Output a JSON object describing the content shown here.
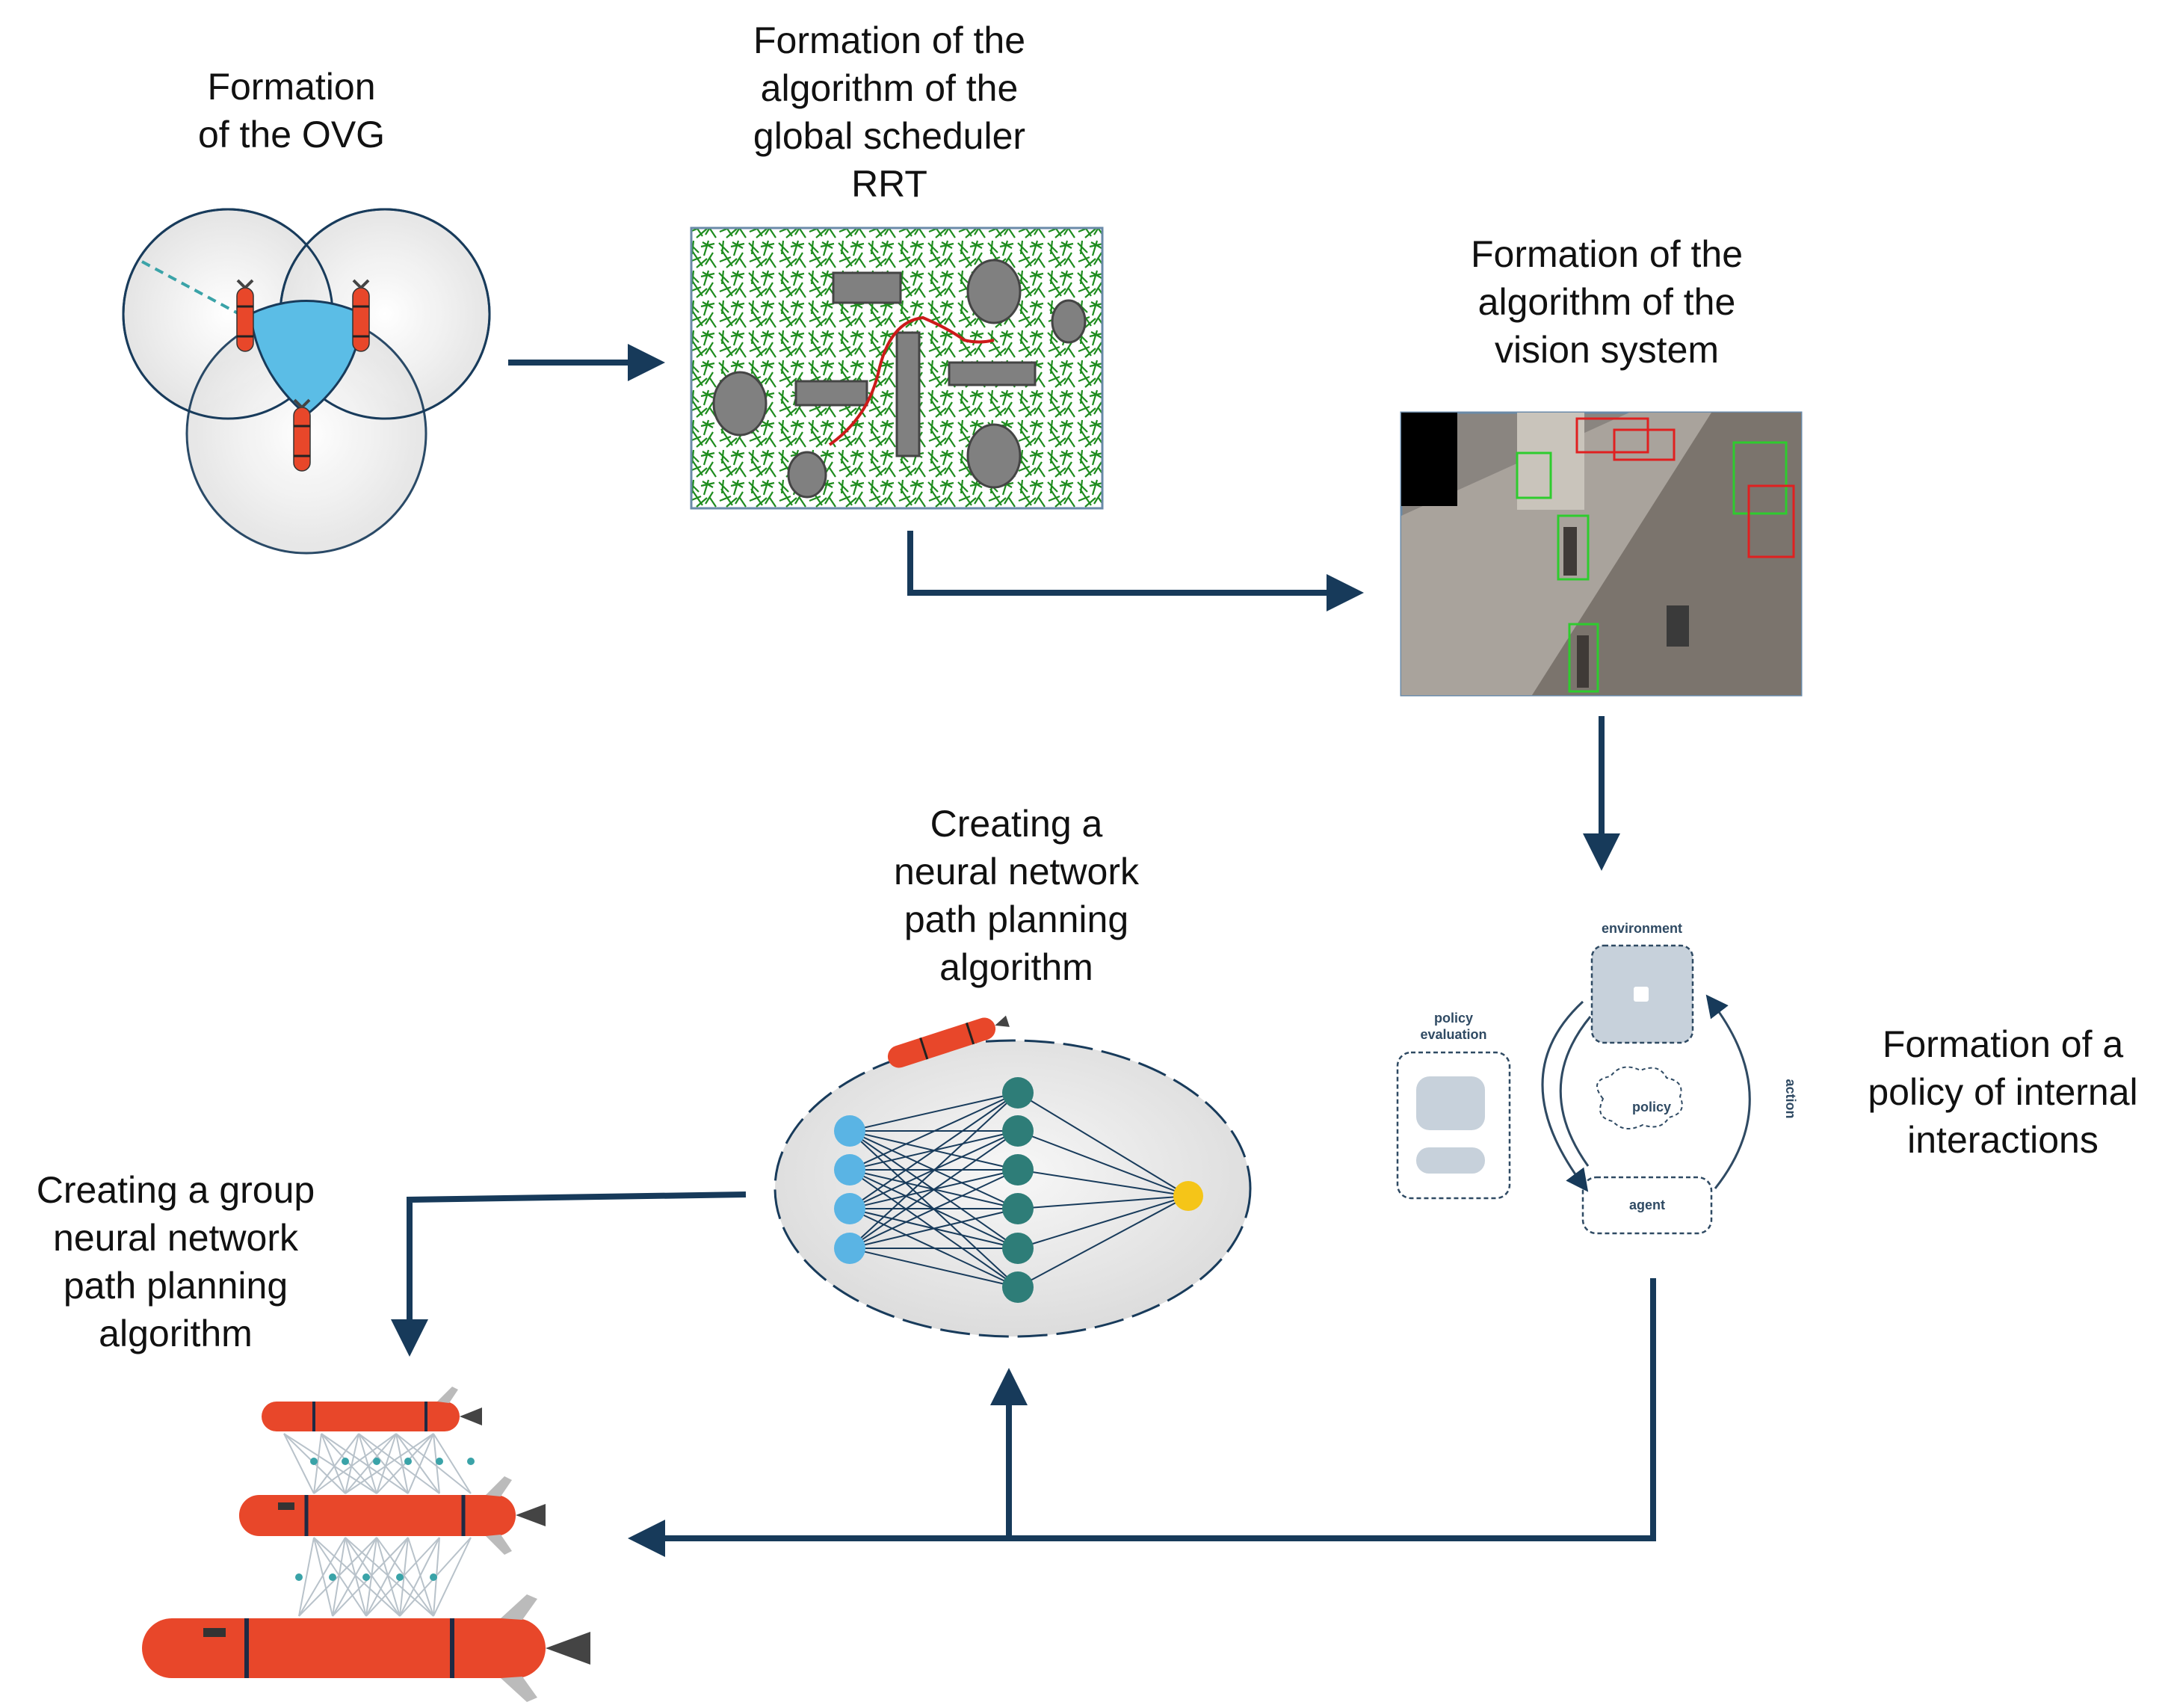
{
  "steps": {
    "ovg": "Formation\nof the OVG",
    "rrt": "Formation of the\nalgorithm of the\nglobal scheduler\nRRT",
    "vision": "Formation of the\nalgorithm of the\nvision system",
    "policy": "Formation of a\npolicy of internal\ninteractions",
    "nn": "Creating a\nneural network\npath planning\nalgorithm",
    "group": "Creating a group\nneural network\npath planning\nalgorithm"
  },
  "rl_diagram": {
    "environment": "environment",
    "policy_evaluation": "policy\nevaluation",
    "policy": "policy",
    "action": "action",
    "agent": "agent"
  },
  "colors": {
    "arrow": "#173a5a",
    "vehicle": "#e8472a",
    "tree": "#1e8c1e",
    "blue_region": "#5bbde6",
    "input_neuron": "#5ab4e4",
    "hidden_neuron": "#2e7d78",
    "output_neuron": "#f5c518"
  }
}
